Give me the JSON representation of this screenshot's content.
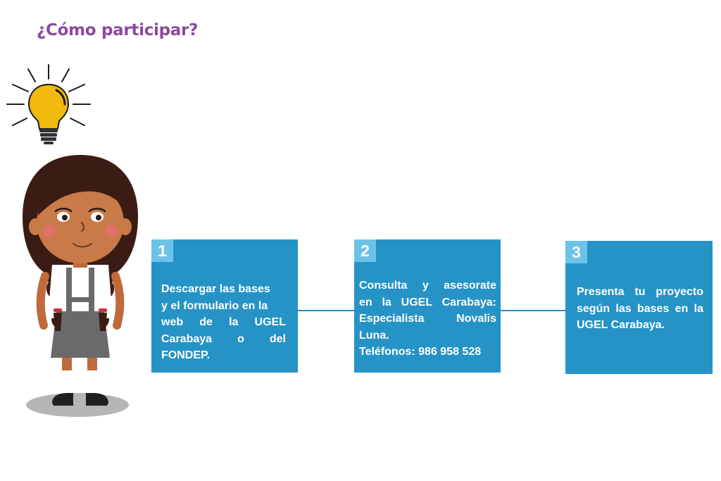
{
  "title": "¿Cómo participar?",
  "colors": {
    "title": "#8b4a9c",
    "box": "#2693c6",
    "badge": "#6cc3e7",
    "connector": "#2b8fc3",
    "bulb": "#f0b90b"
  },
  "icons": {
    "bulb": "lightbulb-icon",
    "character": "girl-illustration"
  },
  "steps": [
    {
      "number": "1",
      "lines": [
        "Descargar las bases",
        "y el formulario en la",
        "web de la UGEL",
        "Carabaya o del",
        "FONDEP."
      ]
    },
    {
      "number": "2",
      "lines": [
        "Consulta y asesorate",
        "en la UGEL Carabaya:",
        "Especialista Novalis",
        "Luna.",
        "Teléfonos: 986 958 528"
      ]
    },
    {
      "number": "3",
      "lines": [
        "Presenta tu proyecto",
        "según las bases en la",
        "UGEL Carabaya."
      ]
    }
  ]
}
